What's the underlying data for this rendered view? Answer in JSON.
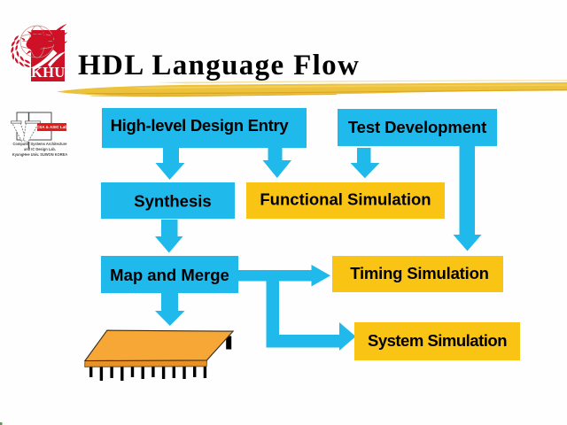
{
  "slide": {
    "title": "HDL Language Flow",
    "khu_logo": {
      "text": "KHU"
    },
    "lab_logo": {
      "label": "CSA & ASIC Lab",
      "lines": [
        "Computer Systems Architecture",
        "and IC Design Lab.",
        "KyungHee Univ. SUWON KOREA"
      ]
    },
    "nodes": [
      {
        "id": "high-level-design-entry",
        "label": "High-level Design Entry",
        "kind": "design-step"
      },
      {
        "id": "test-development",
        "label": "Test Development",
        "kind": "design-step"
      },
      {
        "id": "synthesis",
        "label": "Synthesis",
        "kind": "design-step"
      },
      {
        "id": "functional-simulation",
        "label": "Functional Simulation",
        "kind": "simulation-step"
      },
      {
        "id": "map-and-merge",
        "label": "Map and Merge",
        "kind": "design-step"
      },
      {
        "id": "timing-simulation",
        "label": "Timing Simulation",
        "kind": "simulation-step"
      },
      {
        "id": "system-simulation",
        "label": "System Simulation",
        "kind": "simulation-step"
      }
    ],
    "edges": [
      {
        "from": "high-level-design-entry",
        "to": "synthesis"
      },
      {
        "from": "high-level-design-entry",
        "to": "functional-simulation"
      },
      {
        "from": "test-development",
        "to": "functional-simulation"
      },
      {
        "from": "test-development",
        "to": "timing-simulation"
      },
      {
        "from": "synthesis",
        "to": "map-and-merge"
      },
      {
        "from": "map-and-merge",
        "to": "timing-simulation"
      },
      {
        "from": "map-and-merge",
        "to": "system-simulation"
      },
      {
        "from": "map-and-merge",
        "to": "chip"
      }
    ],
    "colors": {
      "design_step_fill": "#20b9ec",
      "simulation_step_fill": "#fac414",
      "arrow": "#20b9ec",
      "title_text": "#000000",
      "logo_red": "#ce1126",
      "brush_gold": "#efc033",
      "chip_top": "#f9ad3c",
      "chip_front": "#e89127"
    }
  }
}
